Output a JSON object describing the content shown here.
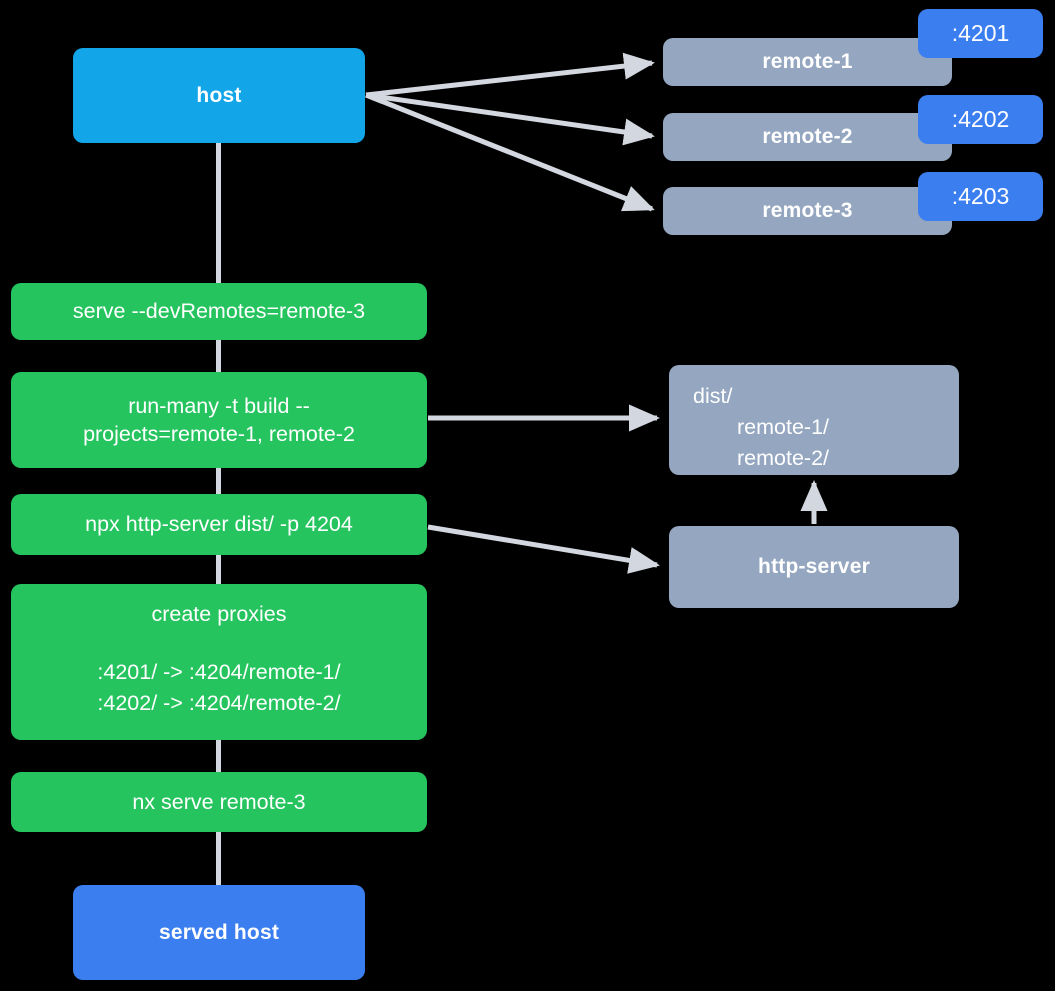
{
  "diagram": {
    "title": "nx host and remotes serve flow",
    "background": "#000000",
    "colors": {
      "host_blue": "#12a5e8",
      "served_blue": "#3b7ef0",
      "badge_blue": "#3b7ef0",
      "remote_gray": "#94a6c0",
      "command_green": "#25c45e",
      "connector_gray": "#d3d8e0",
      "text_white": "#ffffff"
    }
  },
  "nodes": {
    "host": {
      "label": "host"
    },
    "served_host": {
      "label": "served host"
    },
    "remotes": [
      {
        "label": "remote-1",
        "port": ":4201"
      },
      {
        "label": "remote-2",
        "port": ":4202"
      },
      {
        "label": "remote-3",
        "port": ":4203"
      }
    ],
    "dist": {
      "root": "dist/",
      "children": [
        "remote-1/",
        "remote-2/"
      ]
    },
    "http_server": {
      "label": "http-server"
    }
  },
  "commands": [
    {
      "id": "serve-dev-remotes",
      "label": "serve --devRemotes=remote-3"
    },
    {
      "id": "run-many-build",
      "line1": "run-many -t build --",
      "line2": "projects=remote-1, remote-2"
    },
    {
      "id": "npx-http-server",
      "label": "npx http-server dist/ -p 4204"
    },
    {
      "id": "create-proxies",
      "title": "create proxies",
      "mappings": [
        ":4201/ -> :4204/remote-1/",
        ":4202/ -> :4204/remote-2/"
      ]
    },
    {
      "id": "nx-serve-remote-3",
      "label": "nx serve remote-3"
    }
  ]
}
